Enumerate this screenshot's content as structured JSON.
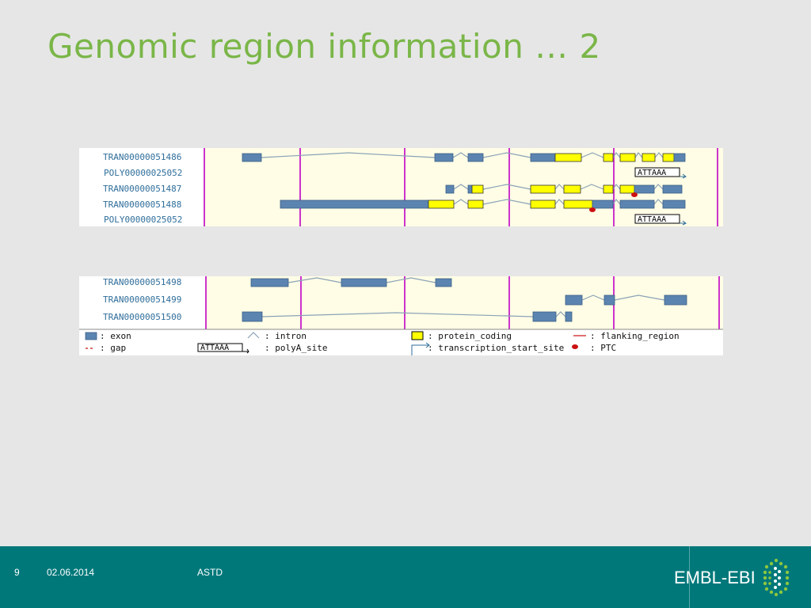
{
  "slide": {
    "title": "Genomic region information … 2",
    "page_number": "9",
    "date": "02.06.2014",
    "event": "ASTD",
    "logo_text": "EMBL-EBI"
  },
  "colors": {
    "title": "#7ab648",
    "exon": "#5c84b0",
    "protein_coding": "#ffff00",
    "intron": "#8aa2b6",
    "boundary": "#cc33cc",
    "track_bg": "#fffde6",
    "footer_bg": "#00787a",
    "ptc": "#cc1111"
  },
  "panel1": {
    "tracks": [
      {
        "label": "TRAN00000051486"
      },
      {
        "label": "POLY00000025052",
        "polya": "ATTAAA"
      },
      {
        "label": "TRAN00000051487"
      },
      {
        "label": "TRAN00000051488"
      },
      {
        "label": "POLY00000025052",
        "polya": "ATTAAA"
      }
    ]
  },
  "panel2": {
    "tracks": [
      {
        "label": "TRAN00000051498"
      },
      {
        "label": "TRAN00000051499"
      },
      {
        "label": "TRAN00000051500"
      }
    ]
  },
  "legend": {
    "exon": ": exon",
    "intron": ": intron",
    "protein_coding": ": protein_coding",
    "flanking_region": ": flanking_region",
    "gap": ": gap",
    "polya_site": ": polyA_site",
    "polya_symbol": "ATTAAA",
    "transcription_start_site": ": transcription_start_site",
    "ptc": ": PTC"
  }
}
